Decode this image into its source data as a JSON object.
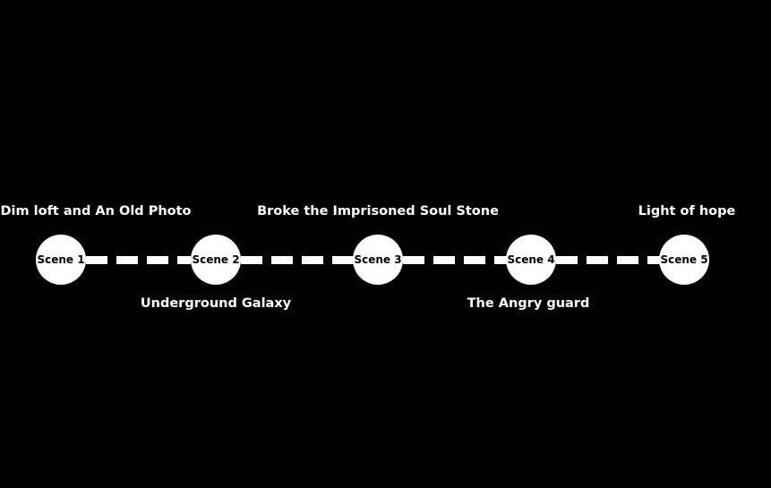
{
  "colors": {
    "background": "#000000",
    "node_fill": "#ffffff",
    "node_text": "#000000",
    "connector": "#ffffff",
    "caption_text": "#ffffff"
  },
  "timeline": {
    "scenes": [
      {
        "label": "Scene 1",
        "caption": "Dim loft and An Old Photo",
        "caption_position": "above"
      },
      {
        "label": "Scene 2",
        "caption": "Underground Galaxy",
        "caption_position": "below"
      },
      {
        "label": "Scene 3",
        "caption": "Broke the Imprisoned Soul Stone",
        "caption_position": "above"
      },
      {
        "label": "Scene 4",
        "caption": "The Angry guard",
        "caption_position": "below"
      },
      {
        "label": "Scene 5",
        "caption": "Light of hope",
        "caption_position": "above"
      }
    ]
  }
}
